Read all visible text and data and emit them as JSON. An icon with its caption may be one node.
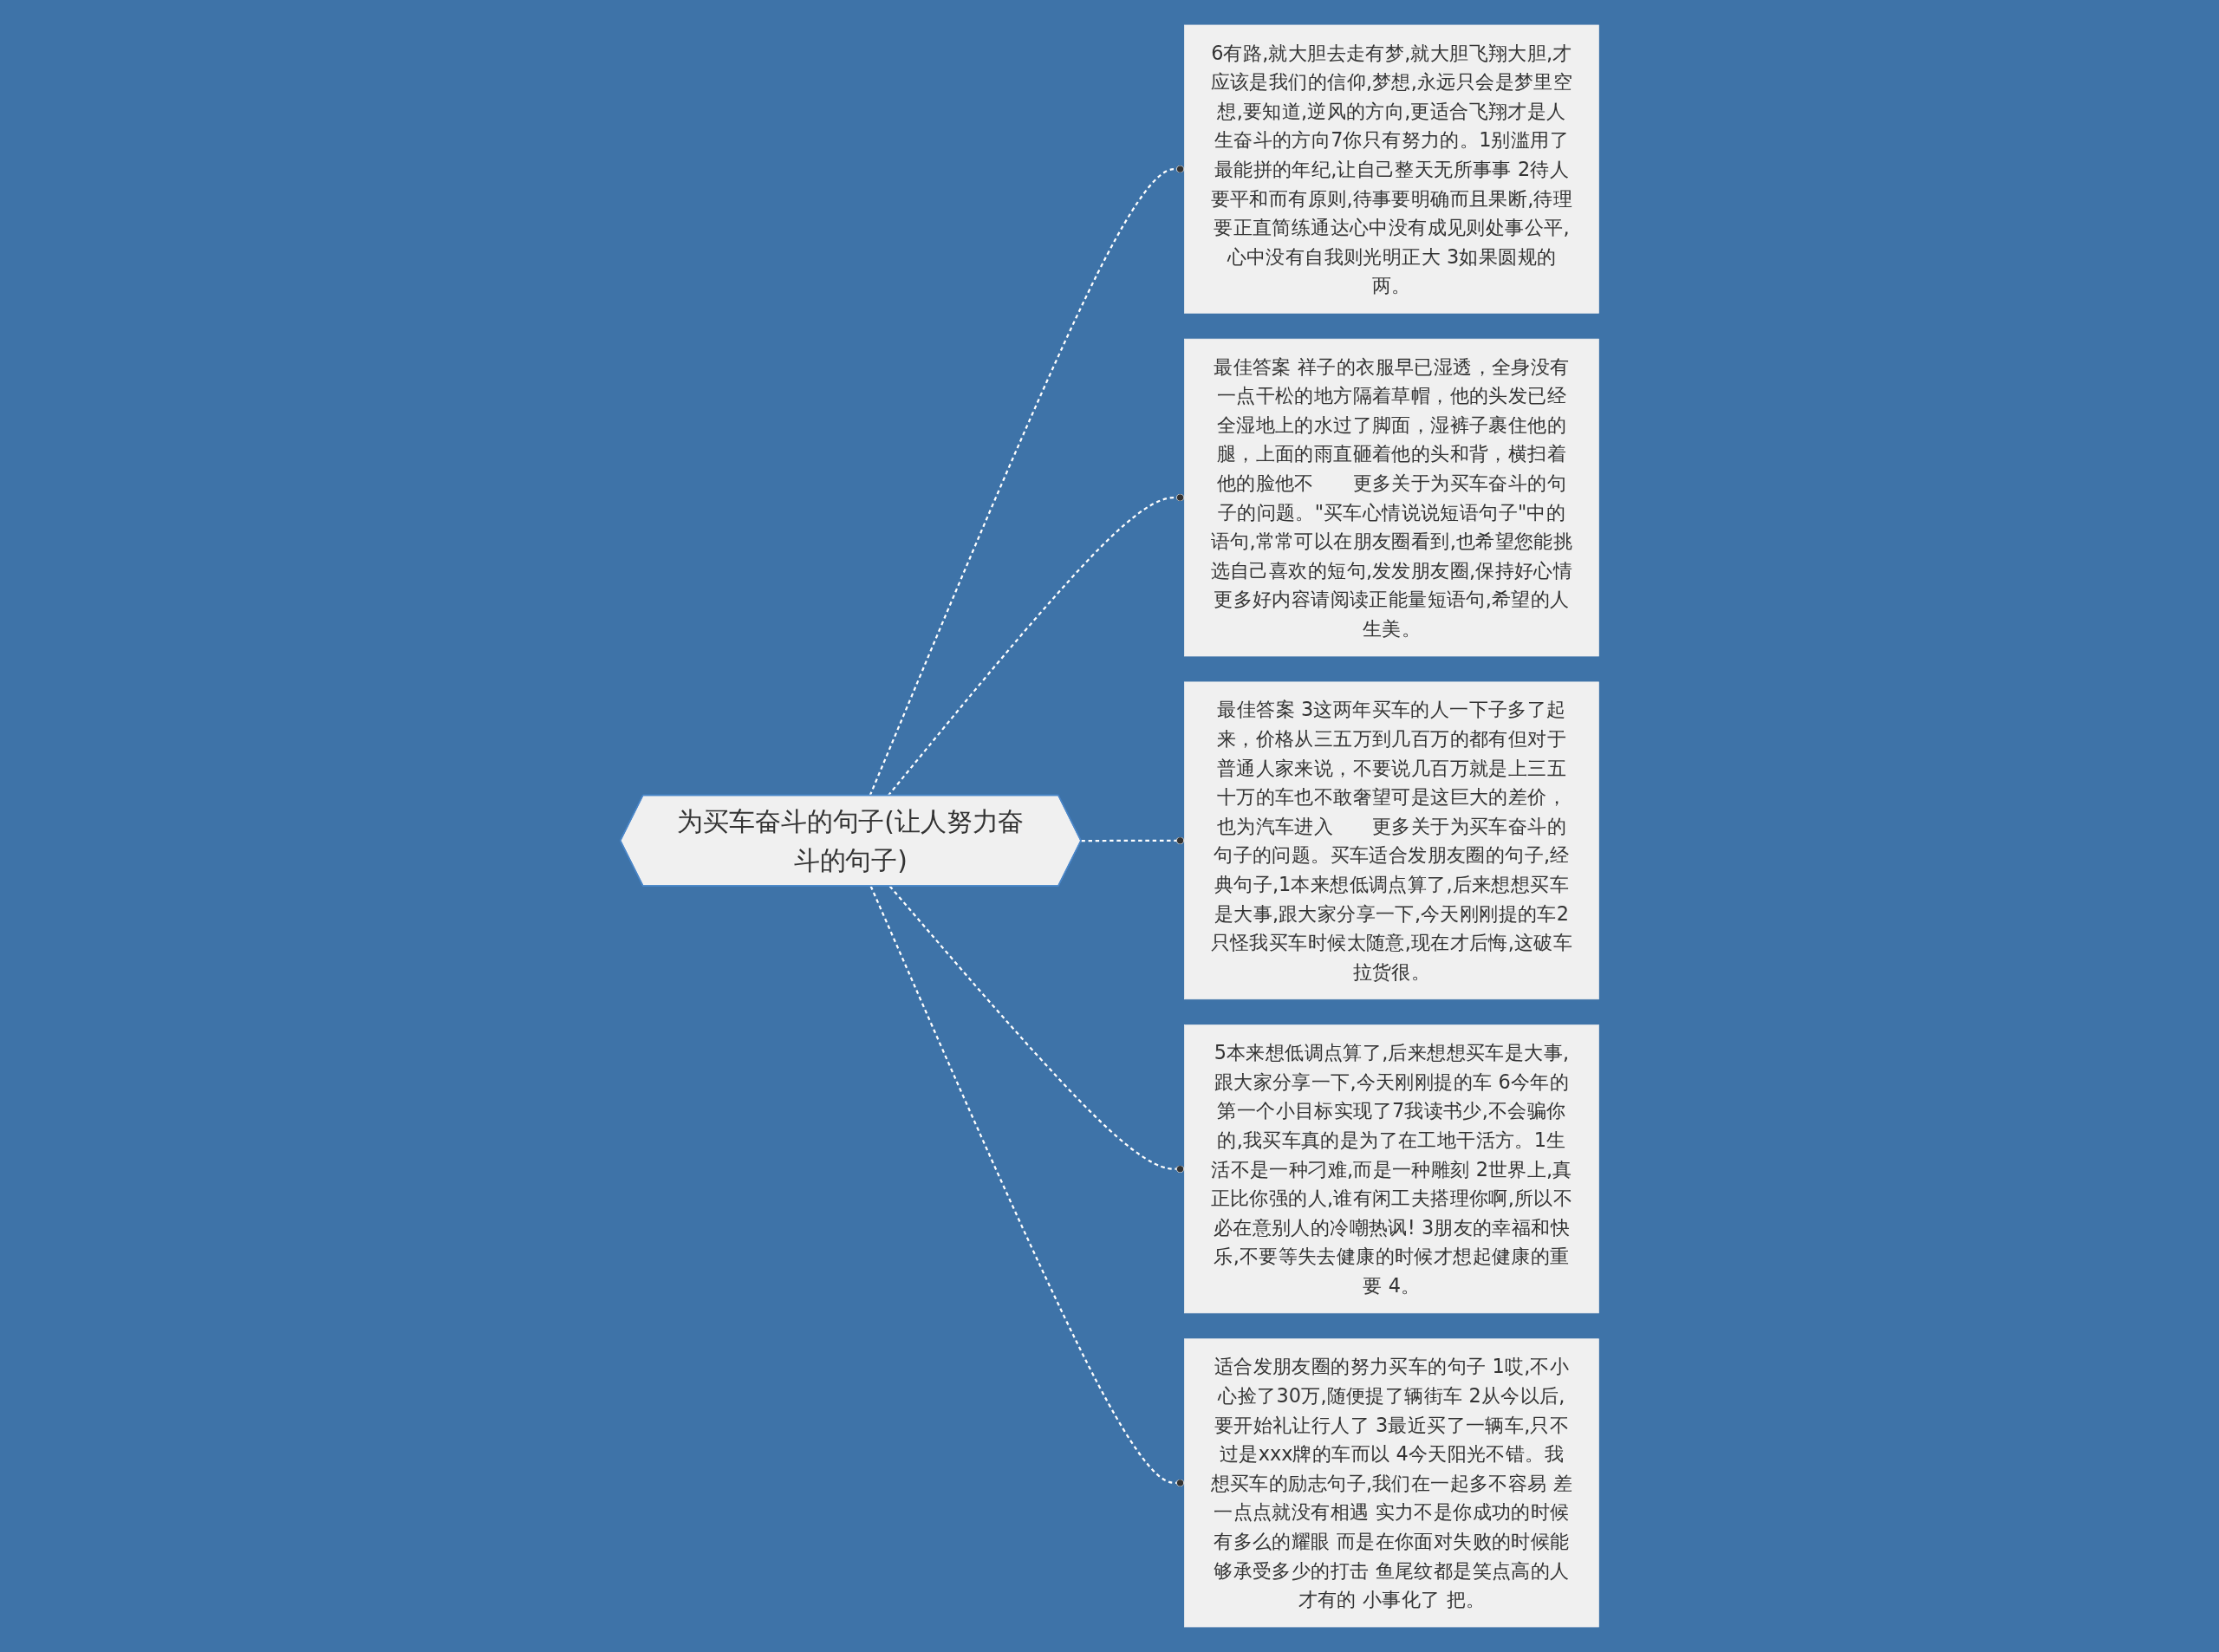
{
  "diagram": {
    "nodes": [
      {
        "text": [
          "为买车奋斗的句子(让人努力奋斗的句子)"
        ]
      },
      {
        "text": [
          "6有路,就大胆去走有梦,就大胆飞翔大胆,才应该是我们的信仰,梦想,永远只会是梦里空想,要知道,逆风的方向,更适合飞翔才是人生奋斗的方向7你只有努力的。1别滥用了最能拼的年纪,让自己整天无所事事 2待人要平和而有原则,待事要明确而且果断,待理要正直简练通达心中没有成见则处事公平,心中没有自我则光明正大 3如果圆规的两。"
        ]
      },
      {
        "text": [
          "最佳答案 祥子的衣服早已湿透，全身没有一点干松的地方隔着草帽，他的头发已经全湿地上的水过了脚面，湿裤子裹住他的腿，上面的雨直砸着他的头和背，横扫着他的脸他不　　更多关于为买车奋斗的句子的问题。\"买车心情说说短语句子\"中的语句,常常可以在朋友圈看到,也希望您能挑选自己喜欢的短句,发发朋友圈,保持好心情更多好内容请阅读正能量短语句,希望的人生美。"
        ]
      },
      {
        "text": [
          "最佳答案 3这两年买车的人一下子多了起来，价格从三五万到几百万的都有但对于普通人家来说，不要说几百万就是上三五十万的车也不敢奢望可是这巨大的差价，也为汽车进入　　更多关于为买车奋斗的句子的问题。买车适合发朋友圈的句子,经典句子,1本来想低调点算了,后来想想买车是大事,跟大家分享一下,今天刚刚提的车2只怪我买车时候太随意,现在才后悔,这破车拉货很。"
        ]
      },
      {
        "text": [
          "5本来想低调点算了,后来想想买车是大事,跟大家分享一下,今天刚刚提的车 6今年的第一个小目标实现了7我读书少,不会骗你的,我买车真的是为了在工地干活方。1生活不是一种刁难,而是一种雕刻 2世界上,真正比你强的人,谁有闲工夫搭理你啊,所以不必在意别人的冷嘲热讽! 3朋友的幸福和快乐,不要等失去健康的时候才想起健康的重要 4。"
        ]
      },
      {
        "text": [
          "适合发朋友圈的努力买车的句子 1哎,不小心捡了30万,随便提了辆街车 2从今以后,要开始礼让行人了 3最近买了一辆车,只不过是xxx牌的车而以 4今天阳光不错。我想买车的励志句子,我们在一起多不容易 差一点点就没有相遇 实力不是你成功的时候有多么的耀眼 而是在你面对失败的时候能够承受多少的打击 鱼尾纹都是笑点高的人才有的 小事化了 把。"
        ]
      }
    ],
    "edges": [
      {
        "from": 0,
        "to": 1,
        "arrow": "other",
        "style": "dashed"
      },
      {
        "from": 0,
        "to": 2,
        "arrow": "other",
        "style": "dashed"
      },
      {
        "from": 0,
        "to": 3,
        "arrow": "other",
        "style": "dashed"
      },
      {
        "from": 0,
        "to": 4,
        "arrow": "other",
        "style": "dashed"
      },
      {
        "from": 0,
        "to": 5,
        "arrow": "other",
        "style": "dashed"
      }
    ]
  }
}
